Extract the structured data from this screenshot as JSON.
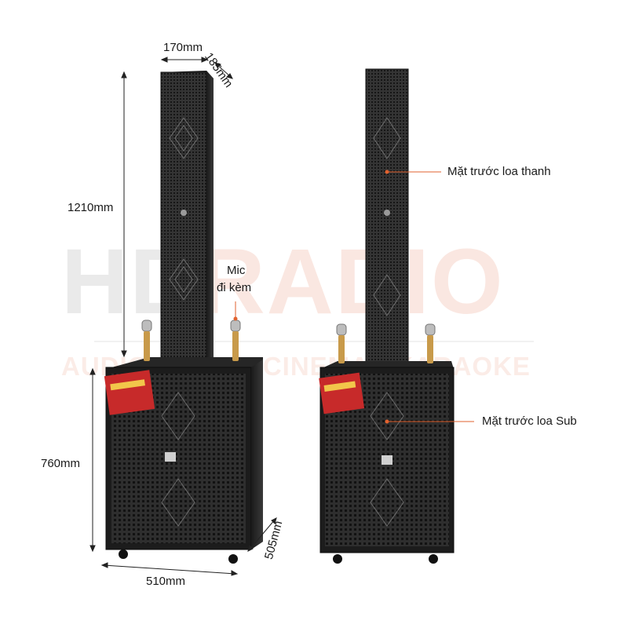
{
  "watermark": {
    "brand_left": "HD",
    "brand_right": "RADIO",
    "tagline": "AUDIO - HOME CINEMA - KARAOKE"
  },
  "dimensions": {
    "column_width": "170mm",
    "column_depth": "185mm",
    "column_height": "1210mm",
    "sub_height": "760mm",
    "sub_depth": "505mm",
    "sub_width": "510mm"
  },
  "callouts": {
    "mic": "Mic\nđi kèm",
    "mic_line1": "Mic",
    "mic_line2": "đi kèm",
    "front_column": "Mặt trước loa thanh",
    "front_sub": "Mặt trước loa Sub"
  },
  "colors": {
    "callout_dot": "#e2622f",
    "speaker_body": "#2b2b2b",
    "mic_gold": "#c89a4a"
  }
}
